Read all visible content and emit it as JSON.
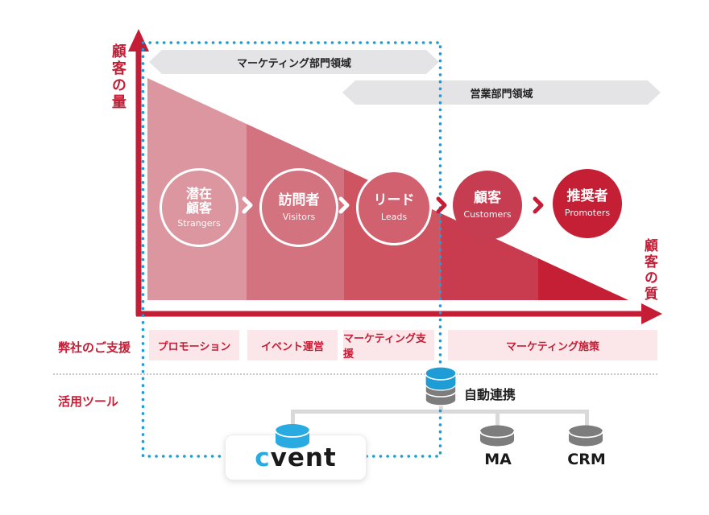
{
  "palette": {
    "red": "#c41d35",
    "white": "#ffffff",
    "blue": "#1e9cd6",
    "cvent_blue": "#29abe2",
    "banner_gray": "#e4e3e6",
    "connector_gray": "#d9d9d9",
    "cylinder_gray": "#7d7d7d",
    "box_pink": "#fbe7ea",
    "seg1": "#db96a0",
    "seg2": "#d37380",
    "seg3": "#cf5462",
    "seg4": "#c93c50",
    "seg5": "#c41f35",
    "circle3_fill": "#d26170",
    "circle4_fill": "#c63c50",
    "circle5_fill": "#c41f35"
  },
  "axes": {
    "y_label": "顧客の量",
    "x_label": "顧客の質"
  },
  "banners": {
    "marketing": "マーケティング部門領域",
    "sales": "営業部門領域"
  },
  "funnel": {
    "stages": [
      {
        "jp1": "潜在",
        "jp2": "顧客",
        "en": "Strangers"
      },
      {
        "jp1": "訪問者",
        "jp2": "",
        "en": "Visitors"
      },
      {
        "jp1": "リード",
        "jp2": "",
        "en": "Leads"
      },
      {
        "jp1": "顧客",
        "jp2": "",
        "en": "Customers"
      },
      {
        "jp1": "推奨者",
        "jp2": "",
        "en": "Promoters"
      }
    ]
  },
  "support": {
    "label": "弊社のご支援",
    "items": [
      "プロモーション",
      "イベント運営",
      "マーケティング支援",
      "マーケティング施策"
    ]
  },
  "tools": {
    "label": "活用ツール",
    "auto_link": "自動連携",
    "cvent_c": "c",
    "cvent_rest": "vent",
    "ma": "MA",
    "crm": "CRM"
  }
}
